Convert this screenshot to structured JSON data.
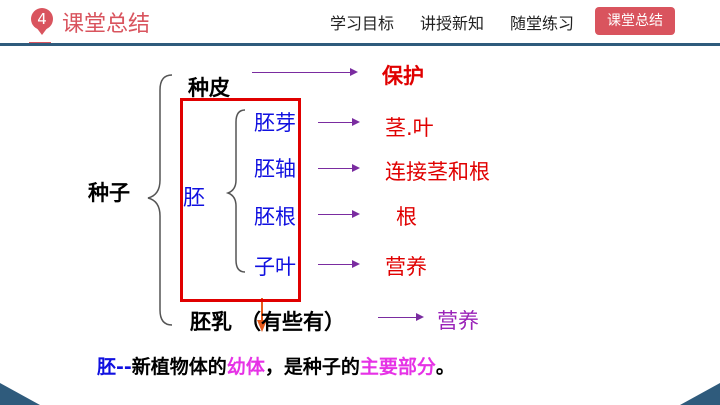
{
  "header": {
    "number": "4",
    "title": "课堂总结",
    "nav": [
      "学习目标",
      "讲授新知",
      "随堂练习"
    ],
    "active": "课堂总结"
  },
  "diagram": {
    "seed": "种子",
    "seed_coat": {
      "label": "种皮",
      "function": "保护"
    },
    "embryo": {
      "label": "胚",
      "parts": [
        {
          "label": "胚芽",
          "function": "茎.叶"
        },
        {
          "label": "胚轴",
          "function": "连接茎和根"
        },
        {
          "label": "胚根",
          "function": "根"
        },
        {
          "label": "子叶",
          "function": "营养"
        }
      ]
    },
    "endosperm": {
      "label": "胚乳",
      "note": "（有些有）",
      "function": "营养"
    }
  },
  "summary": {
    "p1": "胚",
    "p2": "--",
    "p3": "新植物体的",
    "p4": "幼体",
    "p5": "，是种子的",
    "p6": "主要部分",
    "p7": "。"
  }
}
